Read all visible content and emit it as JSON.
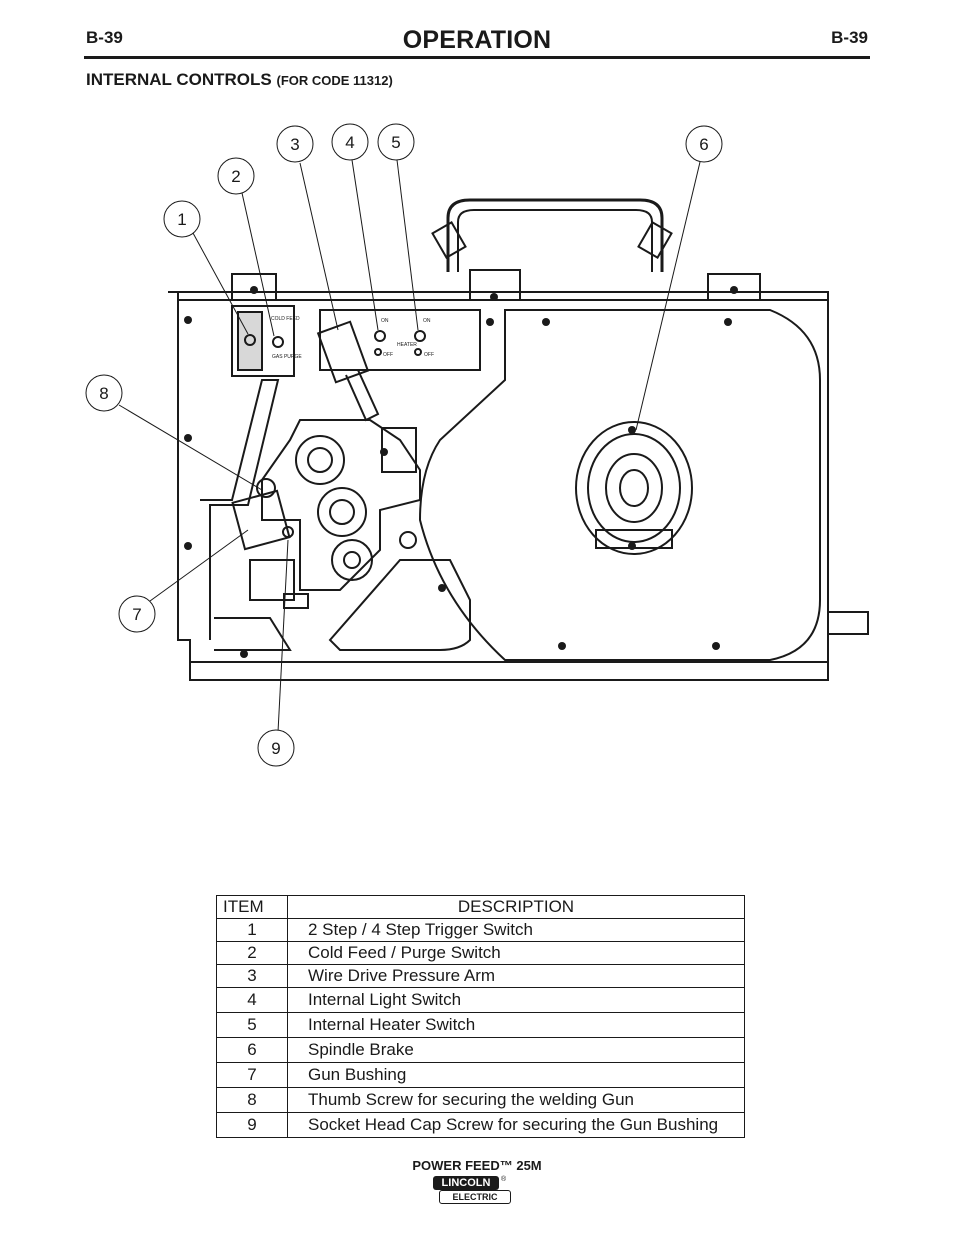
{
  "header": {
    "page_left": "B-39",
    "page_right": "B-39",
    "title": "OPERATION"
  },
  "section": {
    "title": "INTERNAL CONTROLS",
    "subtitle": "(FOR CODE 11312)"
  },
  "diagram": {
    "callouts": [
      "1",
      "2",
      "3",
      "4",
      "5",
      "6",
      "7",
      "8",
      "9"
    ],
    "panel_labels": {
      "cold_feed": "COLD FEED",
      "gas_purge": "GAS PURGE",
      "on1": "ON",
      "off1": "OFF",
      "heater": "HEATER",
      "on2": "ON",
      "off2": "OFF"
    }
  },
  "table": {
    "header_item": "ITEM",
    "header_description": "DESCRIPTION",
    "rows": [
      {
        "item": "1",
        "description": "2 Step / 4 Step Trigger Switch"
      },
      {
        "item": "2",
        "description": "Cold Feed / Purge Switch"
      },
      {
        "item": "3",
        "description": "Wire Drive Pressure Arm"
      },
      {
        "item": "4",
        "description": "Internal Light Switch"
      },
      {
        "item": "5",
        "description": "Internal Heater Switch"
      },
      {
        "item": "6",
        "description": "Spindle Brake"
      },
      {
        "item": "7",
        "description": "Gun Bushing"
      },
      {
        "item": "8",
        "description": "Thumb Screw for securing the welding Gun"
      },
      {
        "item": "9",
        "description": "Socket Head Cap Screw for securing the Gun Bushing"
      }
    ]
  },
  "footer": {
    "model": "POWER FEED™ 25M",
    "logo_top": "LINCOLN",
    "logo_bottom": "ELECTRIC",
    "logo_reg": "®"
  }
}
